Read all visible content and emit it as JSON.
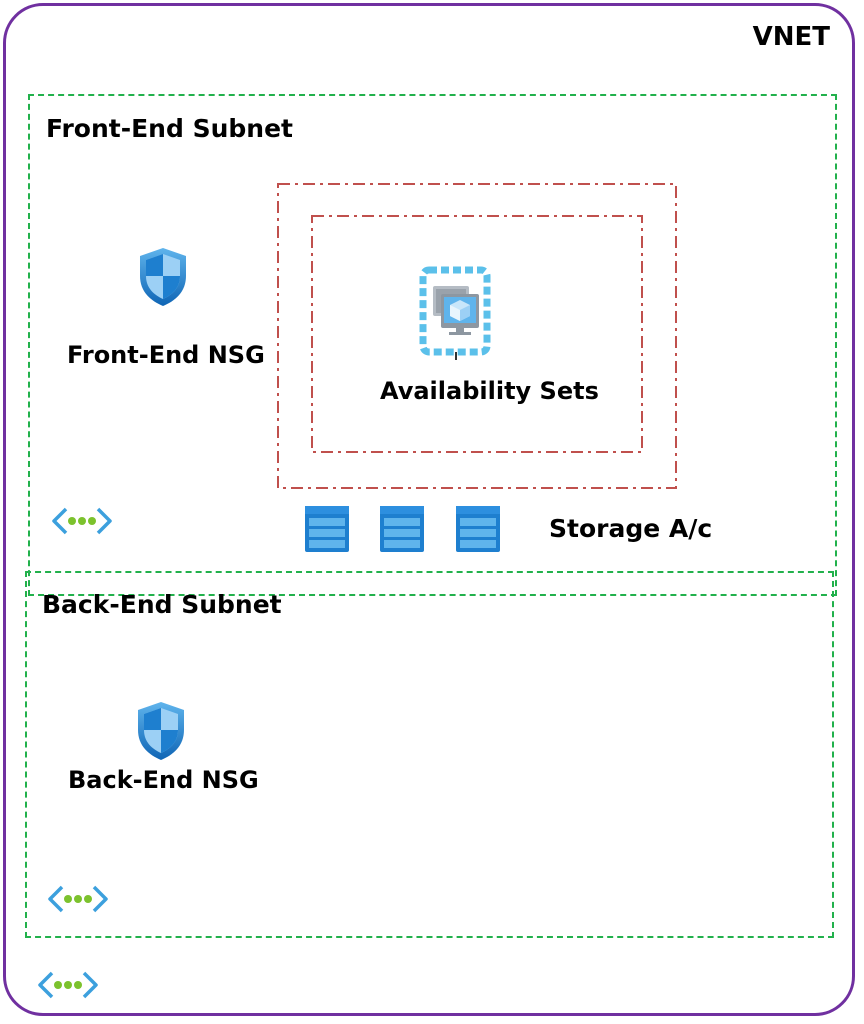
{
  "vnet": {
    "label": "VNET",
    "border_color": "#7030a0",
    "icon": "vnet-icon"
  },
  "front_end_subnet": {
    "label": "Front-End Subnet",
    "border_color": "#22b14c",
    "nsg": {
      "label": "Front-End NSG",
      "icon": "shield-icon"
    },
    "availability_sets": {
      "label": "Availability Sets",
      "icon": "availability-set-icon",
      "border_color": "#c0504d"
    },
    "storage": {
      "label": "Storage A/c",
      "icon": "storage-account-icon",
      "count": 3
    },
    "icon": "vnet-icon"
  },
  "back_end_subnet": {
    "label": "Back-End Subnet",
    "border_color": "#22b14c",
    "nsg": {
      "label": "Back-End NSG",
      "icon": "shield-icon"
    },
    "icon": "vnet-icon"
  }
}
